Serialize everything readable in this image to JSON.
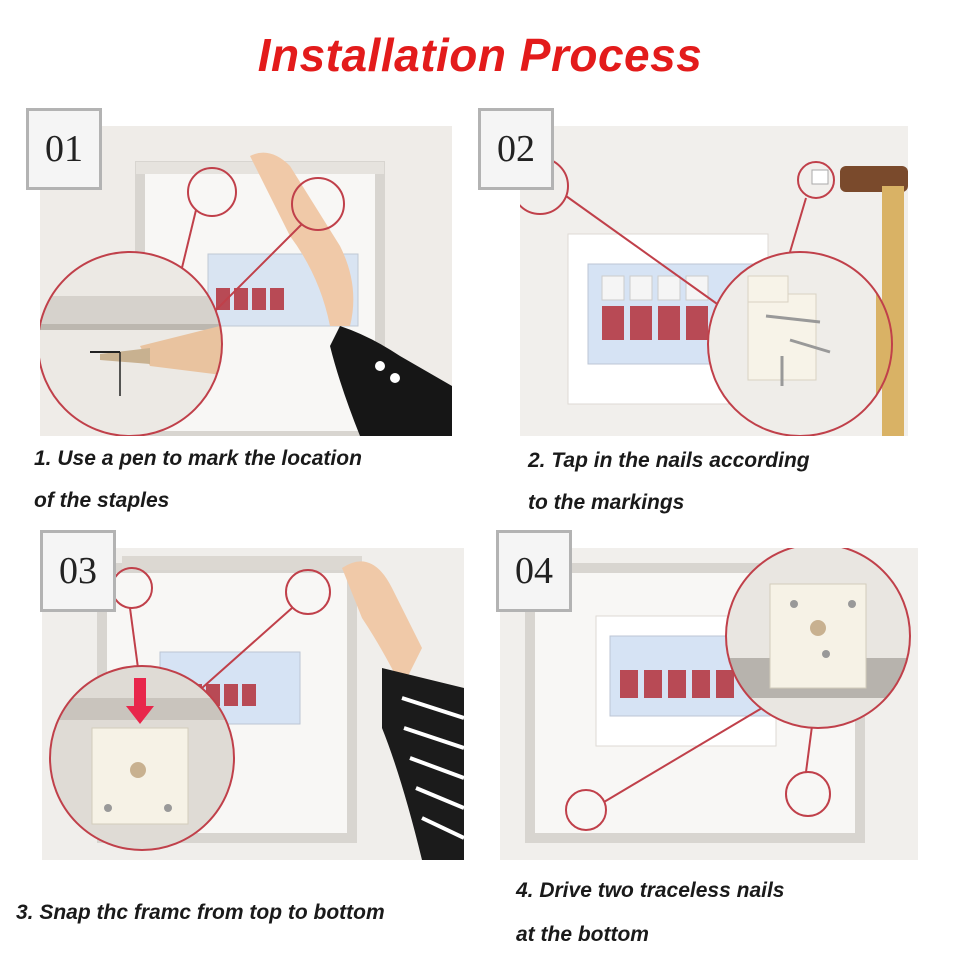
{
  "title": "Installation Process",
  "steps": [
    {
      "number": "01",
      "caption_line1": "1. Use a pen to mark the location",
      "caption_line2": "of the staples"
    },
    {
      "number": "02",
      "caption_line1": "2. Tap in the nails according",
      "caption_line2": "to the markings"
    },
    {
      "number": "03",
      "caption_line1": "3. Snap thc framc from top to bottom",
      "caption_line2": ""
    },
    {
      "number": "04",
      "caption_line1": "4. Drive two traceless nails",
      "caption_line2": "at the bottom"
    }
  ],
  "colors": {
    "title": "#e31b1b",
    "callout": "#c0404a",
    "arrow": "#e8264b",
    "breaker": "#b84a55"
  }
}
